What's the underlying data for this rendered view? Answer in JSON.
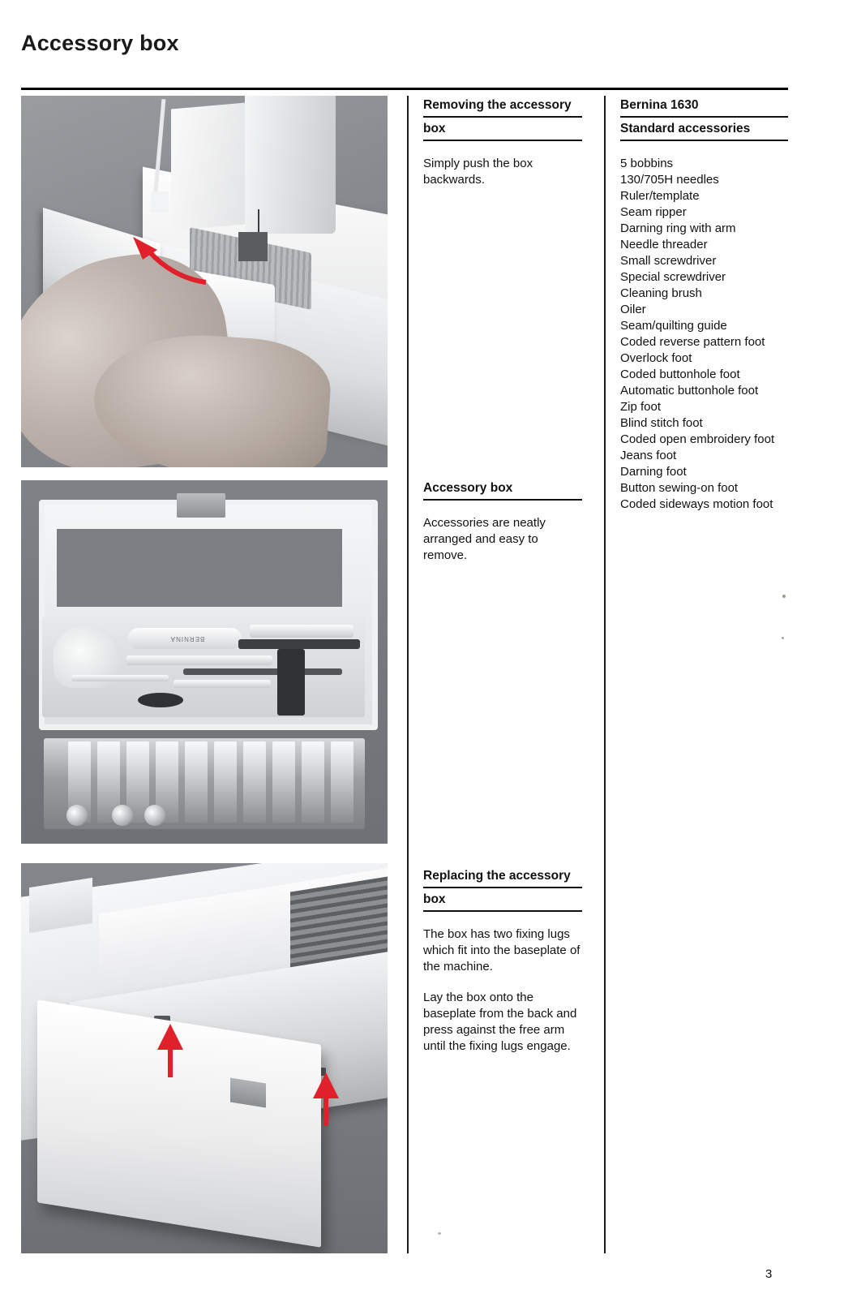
{
  "page": {
    "title": "Accessory box",
    "number": "3"
  },
  "columns": {
    "middle": {
      "sections": [
        {
          "heading_line1": "Removing the accessory",
          "heading_line2": "box",
          "paragraphs": [
            "Simply push the box backwards."
          ]
        },
        {
          "heading_line1": "Accessory box",
          "heading_line2": "",
          "paragraphs": [
            "Accessories are neatly arranged and easy to remove."
          ]
        },
        {
          "heading_line1": "Replacing the accessory",
          "heading_line2": "box",
          "paragraphs": [
            "The box has two fixing lugs which fit into the baseplate of the machine.",
            "Lay the box onto the baseplate from the back and press against the free arm until the fixing lugs engage."
          ]
        }
      ]
    },
    "right": {
      "heading_line1": "Bernina 1630",
      "heading_line2": "Standard accessories",
      "accessories": [
        "5 bobbins",
        "130/705H needles",
        "Ruler/template",
        "Seam ripper",
        "Darning ring with arm",
        "Needle threader",
        "Small screwdriver",
        "Special screwdriver",
        "Cleaning brush",
        "Oiler",
        "Seam/quilting guide",
        "Coded reverse pattern foot",
        "Overlock foot",
        "Coded buttonhole foot",
        "Automatic buttonhole foot",
        "Zip foot",
        "Blind stitch foot",
        "Coded open embroidery foot",
        "Jeans foot",
        "Darning foot",
        "Button sewing-on foot",
        "Coded sideways motion foot"
      ]
    }
  },
  "figures": [
    {
      "id": "figure-removing-box",
      "caption_semantic": "Hand pushing the accessory box backwards off the sewing machine free arm",
      "annotations": [
        {
          "type": "arrow",
          "color": "#e0202a",
          "direction": "up-left"
        }
      ],
      "brand_text": ""
    },
    {
      "id": "figure-open-accessory-box",
      "caption_semantic": "Open accessory box showing tools in the lid tray and presser feet in the base",
      "annotations": [],
      "brand_text": "BERNINA"
    },
    {
      "id": "figure-replacing-box",
      "caption_semantic": "Accessory box positioned beside the machine baseplate showing the two fixing lugs",
      "annotations": [
        {
          "type": "arrow",
          "color": "#e0202a",
          "direction": "up"
        },
        {
          "type": "arrow",
          "color": "#e0202a",
          "direction": "up"
        }
      ],
      "brand_text": ""
    }
  ],
  "colors": {
    "rule": "#000000",
    "text": "#111111",
    "arrow_red": "#e0202a",
    "photo_background": "#7b7e82"
  }
}
